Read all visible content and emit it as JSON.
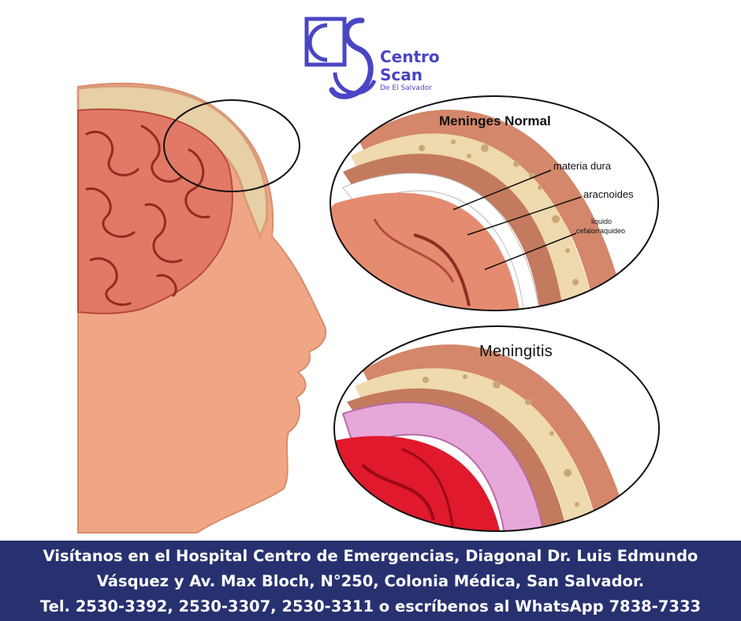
{
  "logo": {
    "line1": "Centro",
    "line2": "Scan",
    "line3": "De El Salvador",
    "icon": "centro-scan-logo"
  },
  "diagram": {
    "normal_title": "Meninges Normal",
    "meningitis_title": "Meningitis",
    "labels": {
      "dura": "materia dura",
      "arachnoid": "aracnoides",
      "csf_line1": "liquido",
      "csf_line2": "cefalorraquideo"
    }
  },
  "banner": {
    "line1": "Visítanos en el Hospital Centro de Emergencias, Diagonal Dr. Luis Edmundo",
    "line2": "Vásquez y Av. Max Bloch, N°250, Colonia Médica, San Salvador.",
    "line3": "Tel. 2530-3392, 2530-3307, 2530-3311 o escríbenos al WhatsApp 7838-7333"
  },
  "colors": {
    "logo": "#4a45c4",
    "banner_bg": "#283170",
    "skin": "#f0a685",
    "brain": "#e27866",
    "inflamed": "#e0192d",
    "arachnoid_inflamed": "#e6a8d8"
  }
}
